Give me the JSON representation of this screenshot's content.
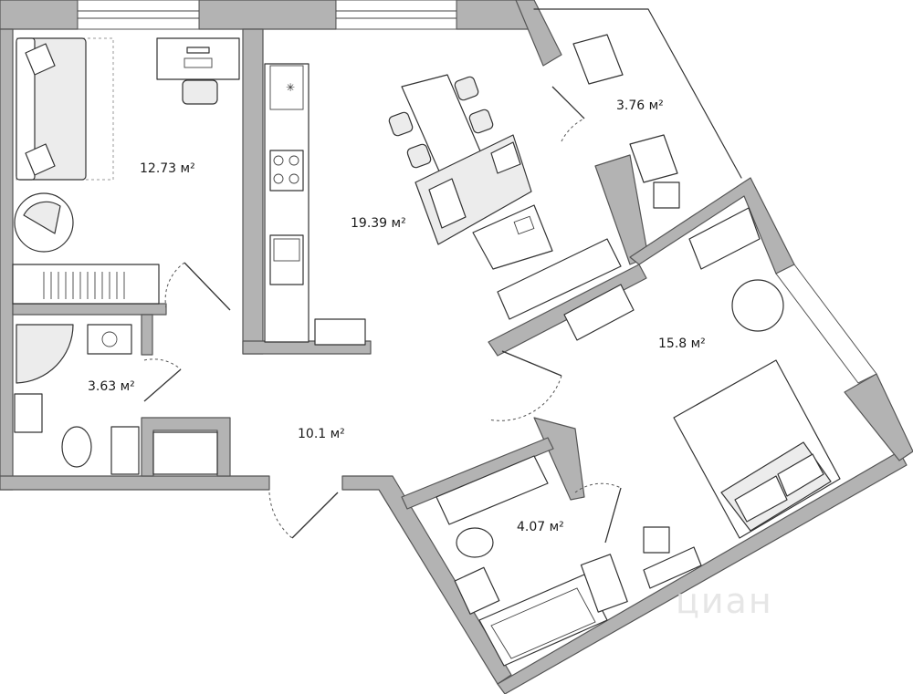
{
  "rooms": [
    {
      "id": "bedroom-small",
      "area": "12.73 м²"
    },
    {
      "id": "kitchen-living",
      "area": "19.39 м²"
    },
    {
      "id": "balcony",
      "area": "3.76 м²"
    },
    {
      "id": "bathroom-small",
      "area": "3.63 м²"
    },
    {
      "id": "hallway",
      "area": "10.1 м²"
    },
    {
      "id": "bedroom-large",
      "area": "15.8 м²"
    },
    {
      "id": "bathroom-large",
      "area": "4.07 м²"
    }
  ],
  "watermark": "циан"
}
